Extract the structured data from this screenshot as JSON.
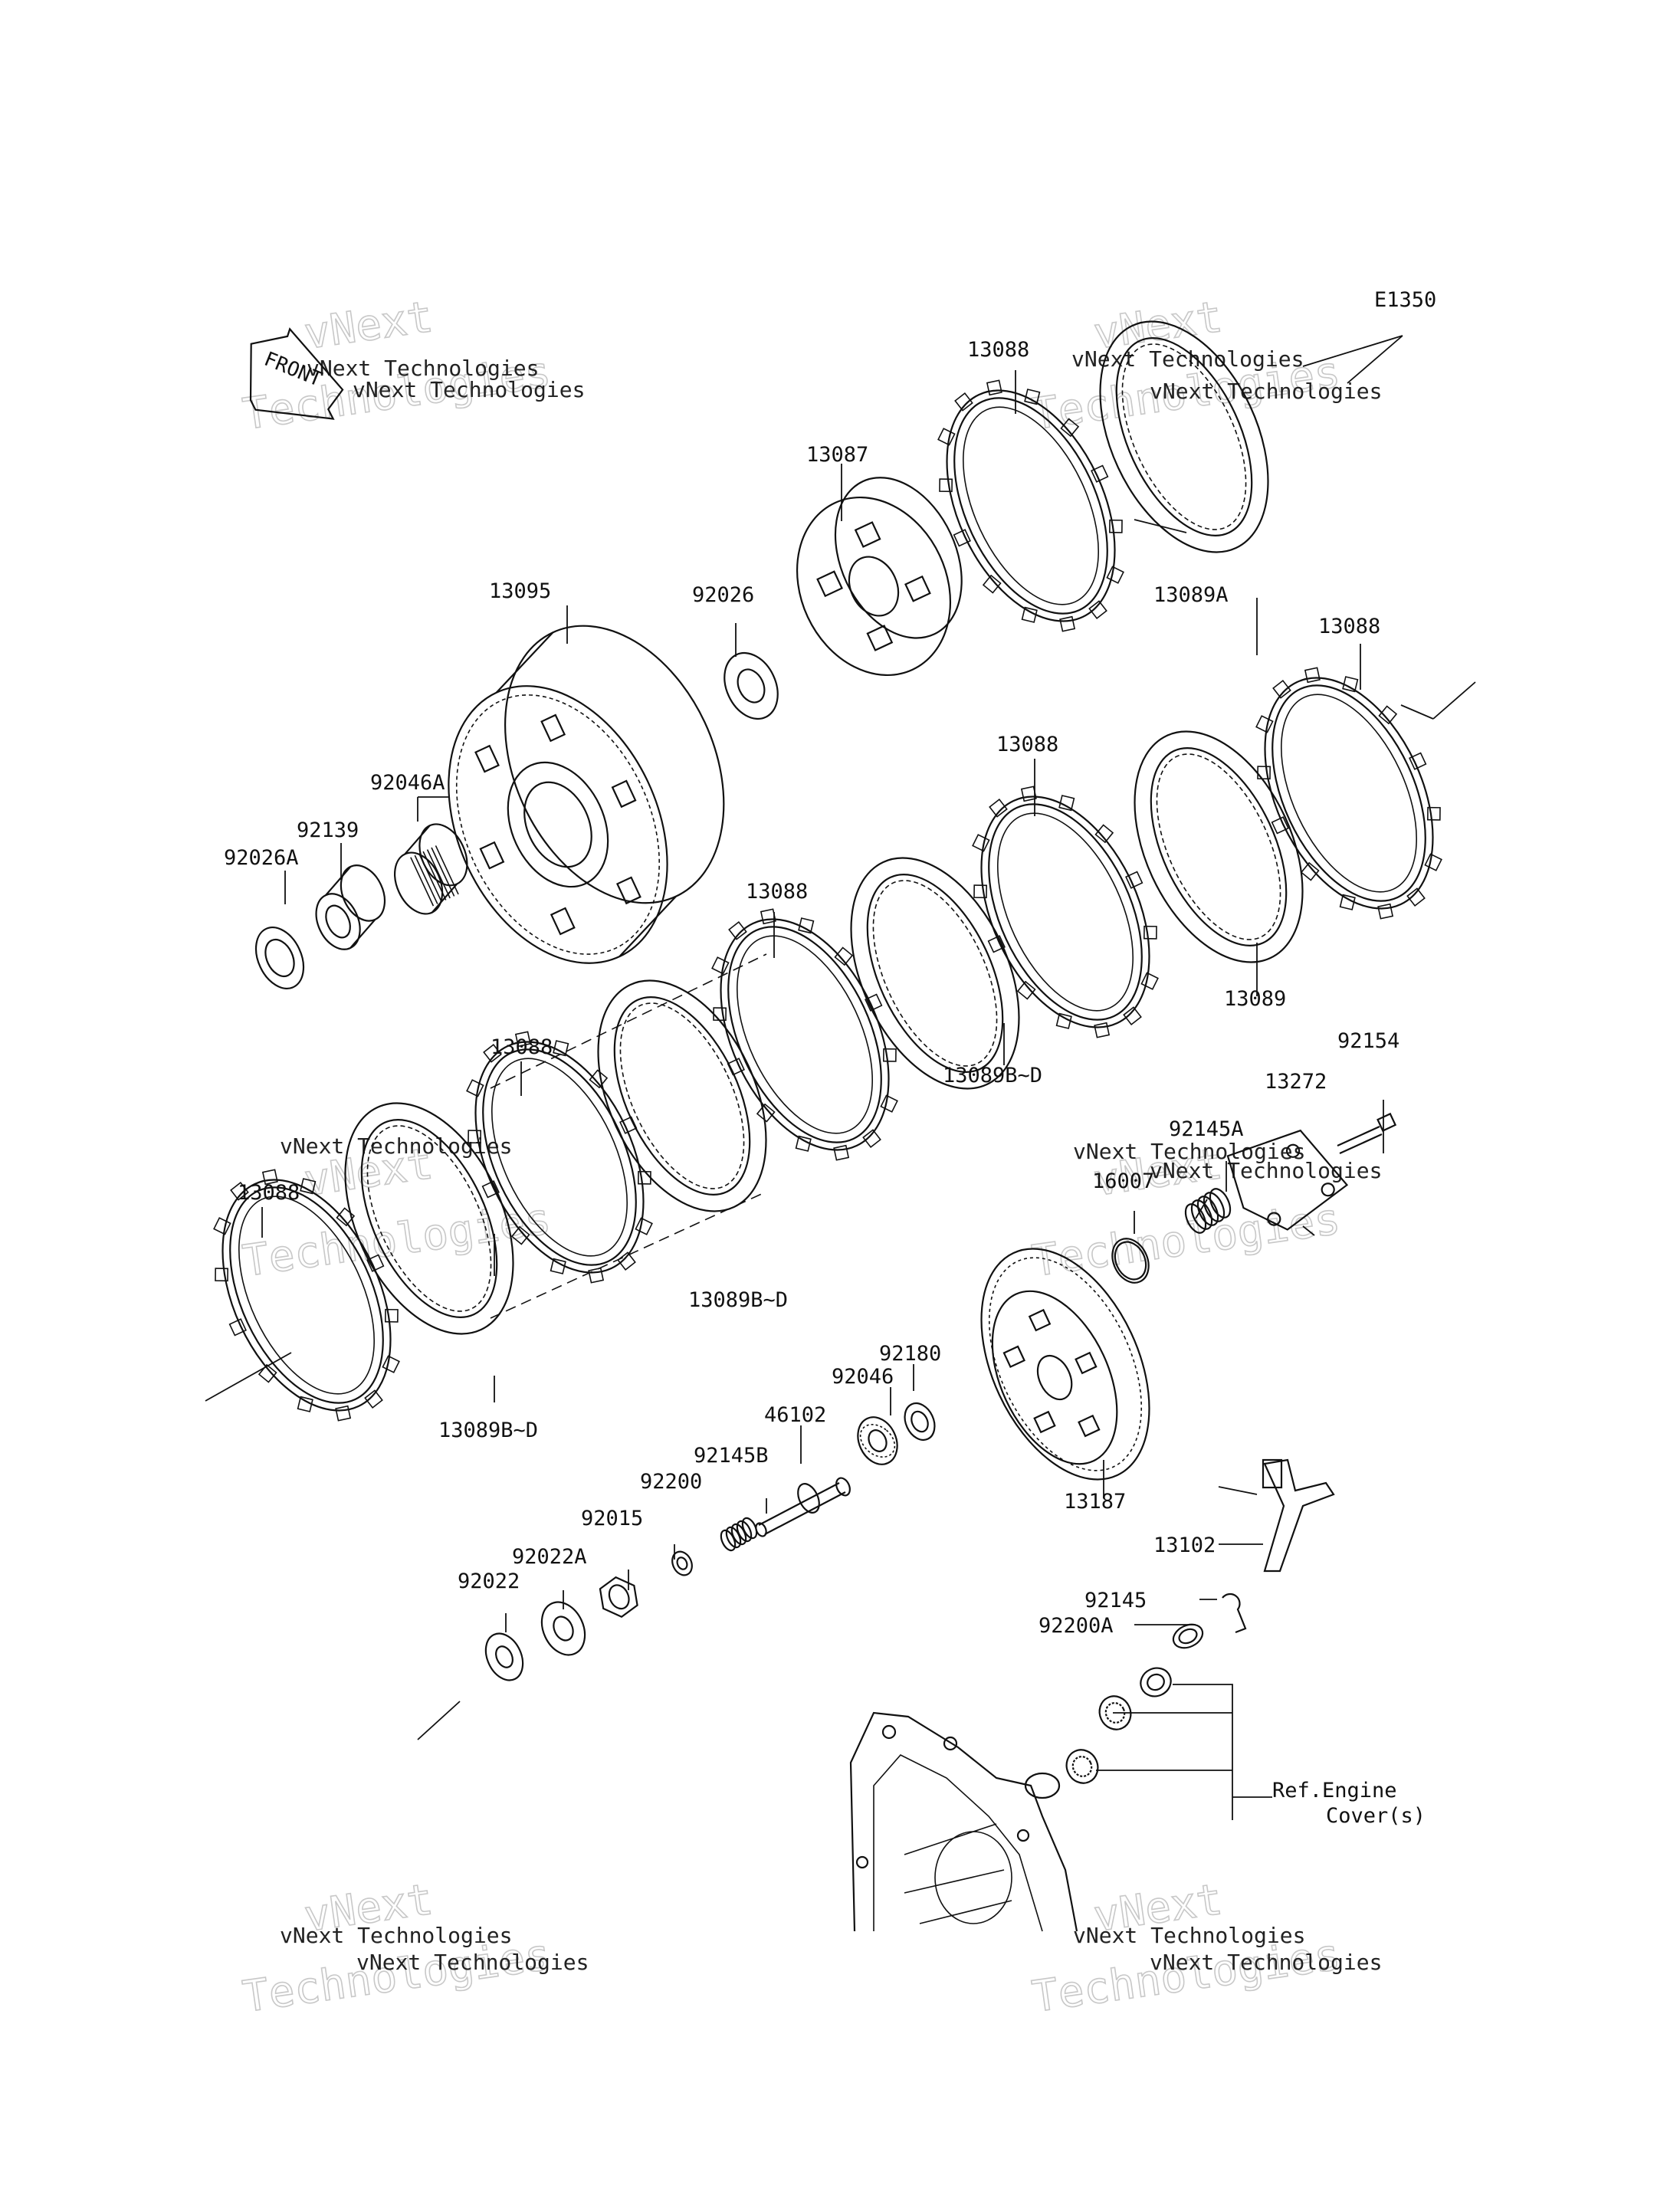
{
  "diagram_code": "E1350",
  "front_label": "FRONT",
  "watermark": {
    "line1": "vNext Technologies",
    "line2": "vNext",
    "line3": "Technologies"
  },
  "labels": [
    "13088",
    "13089A",
    "13087",
    "13095",
    "92026",
    "92046A",
    "92139",
    "92026A",
    "13088",
    "13088",
    "13089",
    "13088",
    "13089B~D",
    "92154",
    "13272",
    "92145A",
    "13088",
    "16007",
    "13088",
    "13089B~D",
    "92180",
    "92046",
    "46102",
    "92145B",
    "92200",
    "92015",
    "92022A",
    "92022",
    "13187",
    "13102",
    "92145",
    "92200A",
    "13089B~D"
  ],
  "ref_note": {
    "line1": "Ref.Engine",
    "line2": "Cover(s)"
  }
}
